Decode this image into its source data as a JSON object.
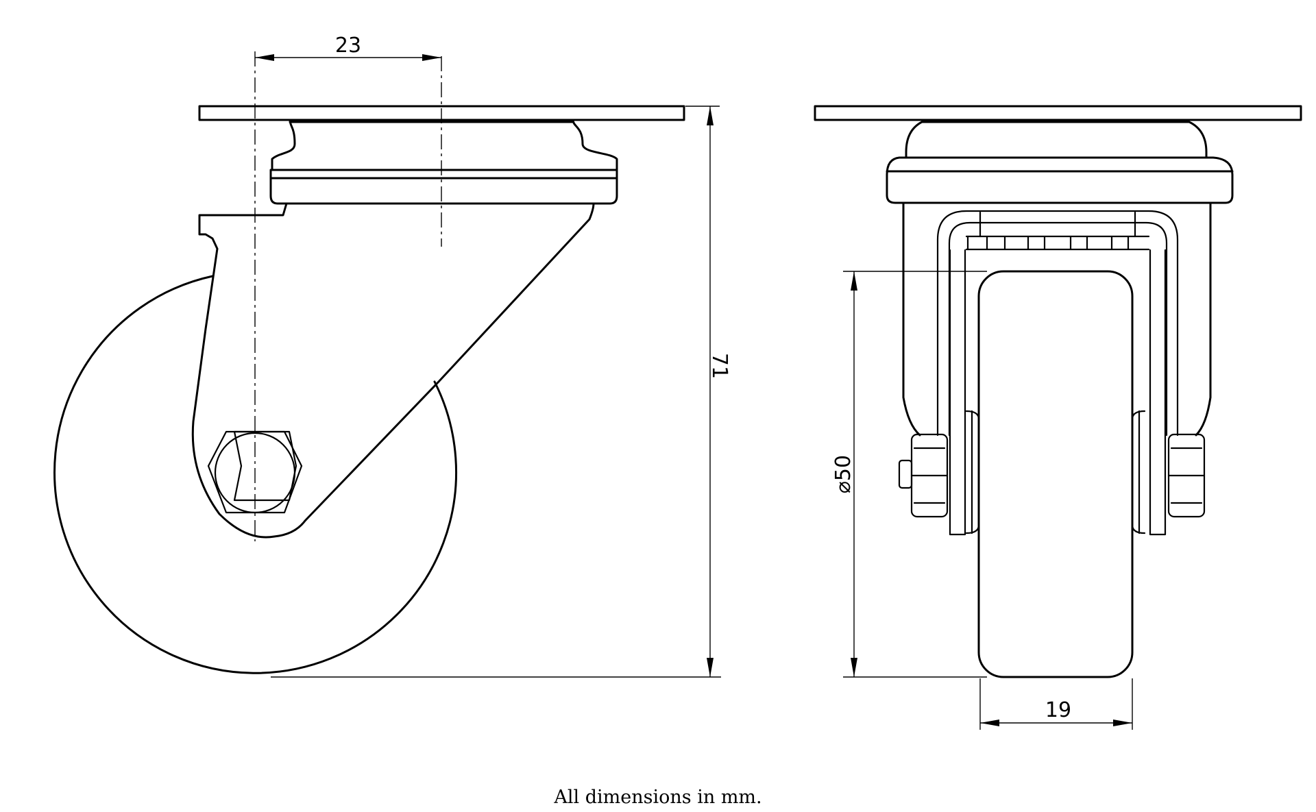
{
  "drawing": {
    "dimensions": {
      "offset": "23",
      "overall_height": "71",
      "wheel_diameter": "⌀50",
      "wheel_width": "19"
    }
  },
  "caption": "All dimensions in mm."
}
